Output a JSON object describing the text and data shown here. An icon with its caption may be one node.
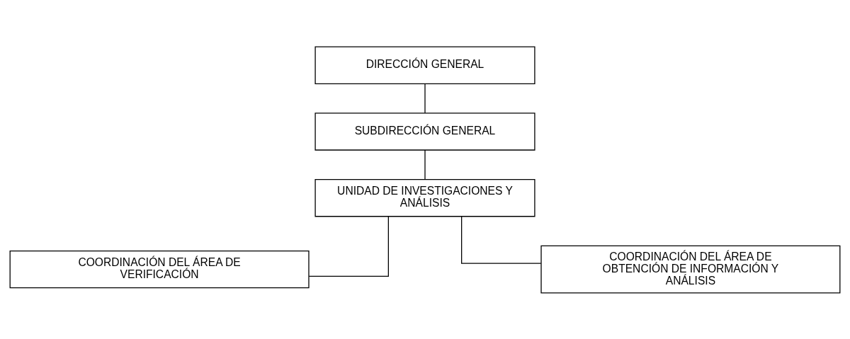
{
  "diagram": {
    "nodes": [
      {
        "text": [
          "DIRECCIÓN GENERAL"
        ]
      },
      {
        "text": [
          "SUBDIRECCIÓN GENERAL"
        ]
      },
      {
        "text": [
          "UNIDAD DE INVESTIGACIONES Y ANÁLISIS"
        ]
      },
      {
        "text": [
          "COORDINACIÓN DEL ÁREA DE VERIFICACIÓN"
        ]
      },
      {
        "text": [
          "COORDINACIÓN DEL ÁREA DE OBTENCIÓN DE INFORMACIÓN Y ANÁLISIS"
        ]
      }
    ],
    "edges": [
      {
        "from": 0,
        "to": 1,
        "arrow": "none"
      },
      {
        "from": 1,
        "to": 2,
        "arrow": "none"
      },
      {
        "from": 2,
        "to": 3,
        "arrow": "none"
      },
      {
        "from": 2,
        "to": 4,
        "arrow": "none"
      }
    ]
  }
}
